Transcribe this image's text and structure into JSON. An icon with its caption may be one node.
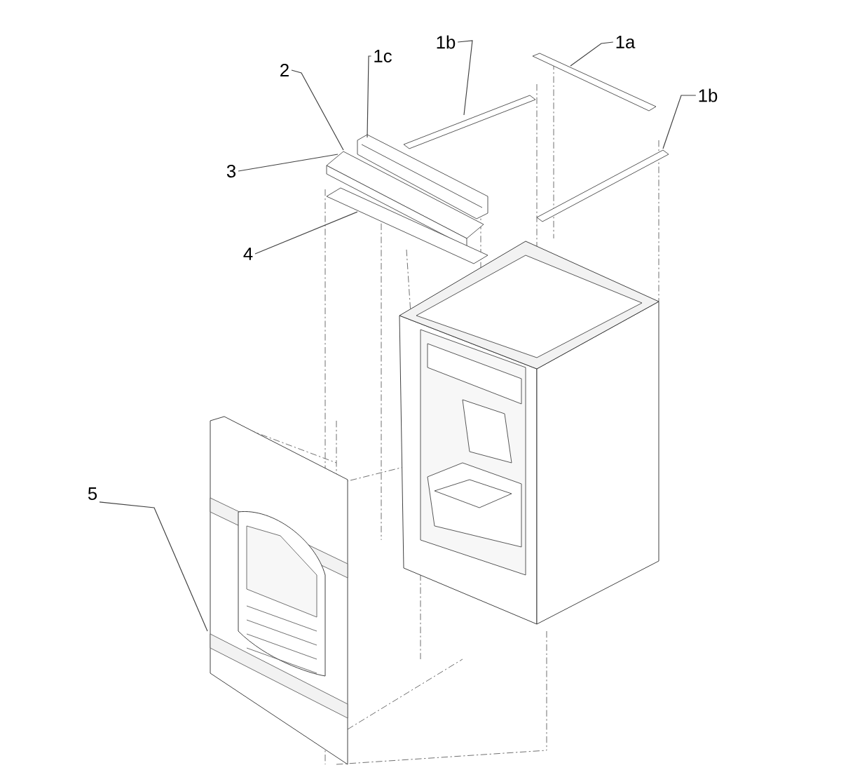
{
  "diagram": {
    "nodes": [
      {
        "text": [
          "1c"
        ]
      },
      {
        "text": [
          "1b"
        ]
      },
      {
        "text": [
          "1a"
        ]
      },
      {
        "text": [
          "1b"
        ]
      },
      {
        "text": [
          "2"
        ]
      },
      {
        "text": [
          "3"
        ]
      },
      {
        "text": [
          "4"
        ]
      },
      {
        "text": [
          "5"
        ]
      }
    ],
    "edges": [
      {
        "from": 0,
        "to": null,
        "arrow": "none"
      },
      {
        "from": 1,
        "to": null,
        "arrow": "none"
      },
      {
        "from": 2,
        "to": null,
        "arrow": "none"
      },
      {
        "from": 3,
        "to": null,
        "arrow": "none"
      },
      {
        "from": 4,
        "to": null,
        "arrow": "none"
      },
      {
        "from": 5,
        "to": null,
        "arrow": "none"
      },
      {
        "from": 6,
        "to": null,
        "arrow": "none"
      },
      {
        "from": 7,
        "to": null,
        "arrow": "none"
      }
    ]
  }
}
